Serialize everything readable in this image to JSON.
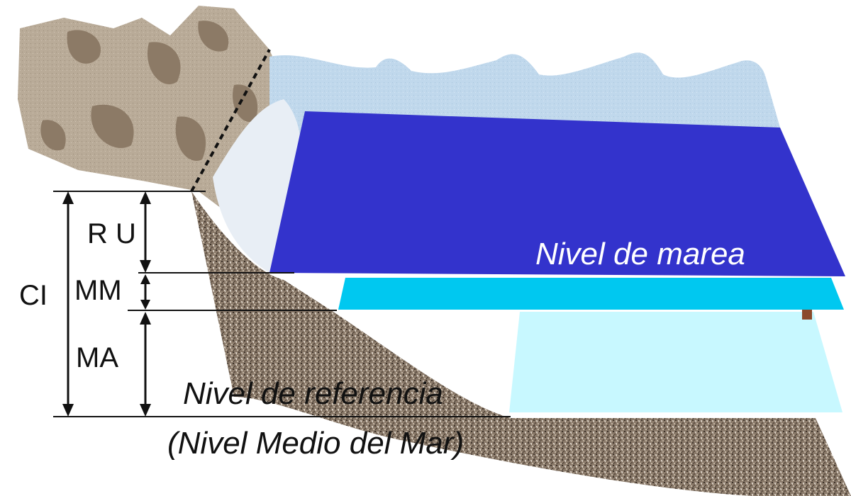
{
  "labels": {
    "ci": "CI",
    "ru": "R U",
    "mm": "MM",
    "ma": "MA",
    "tide_level": "Nivel de marea",
    "reference_level": "Nivel de referencia",
    "reference_level_sub": "(Nivel Medio del Mar)"
  },
  "colors": {
    "tide_layer": "#3333cc",
    "mm_layer": "#00c8f0",
    "ma_layer": "#c8f8ff",
    "swash_foam": "#c0d8ec",
    "sand": "#8a7a6a",
    "rock": "#b9ab98",
    "rock_spots": "#8c7a66"
  }
}
